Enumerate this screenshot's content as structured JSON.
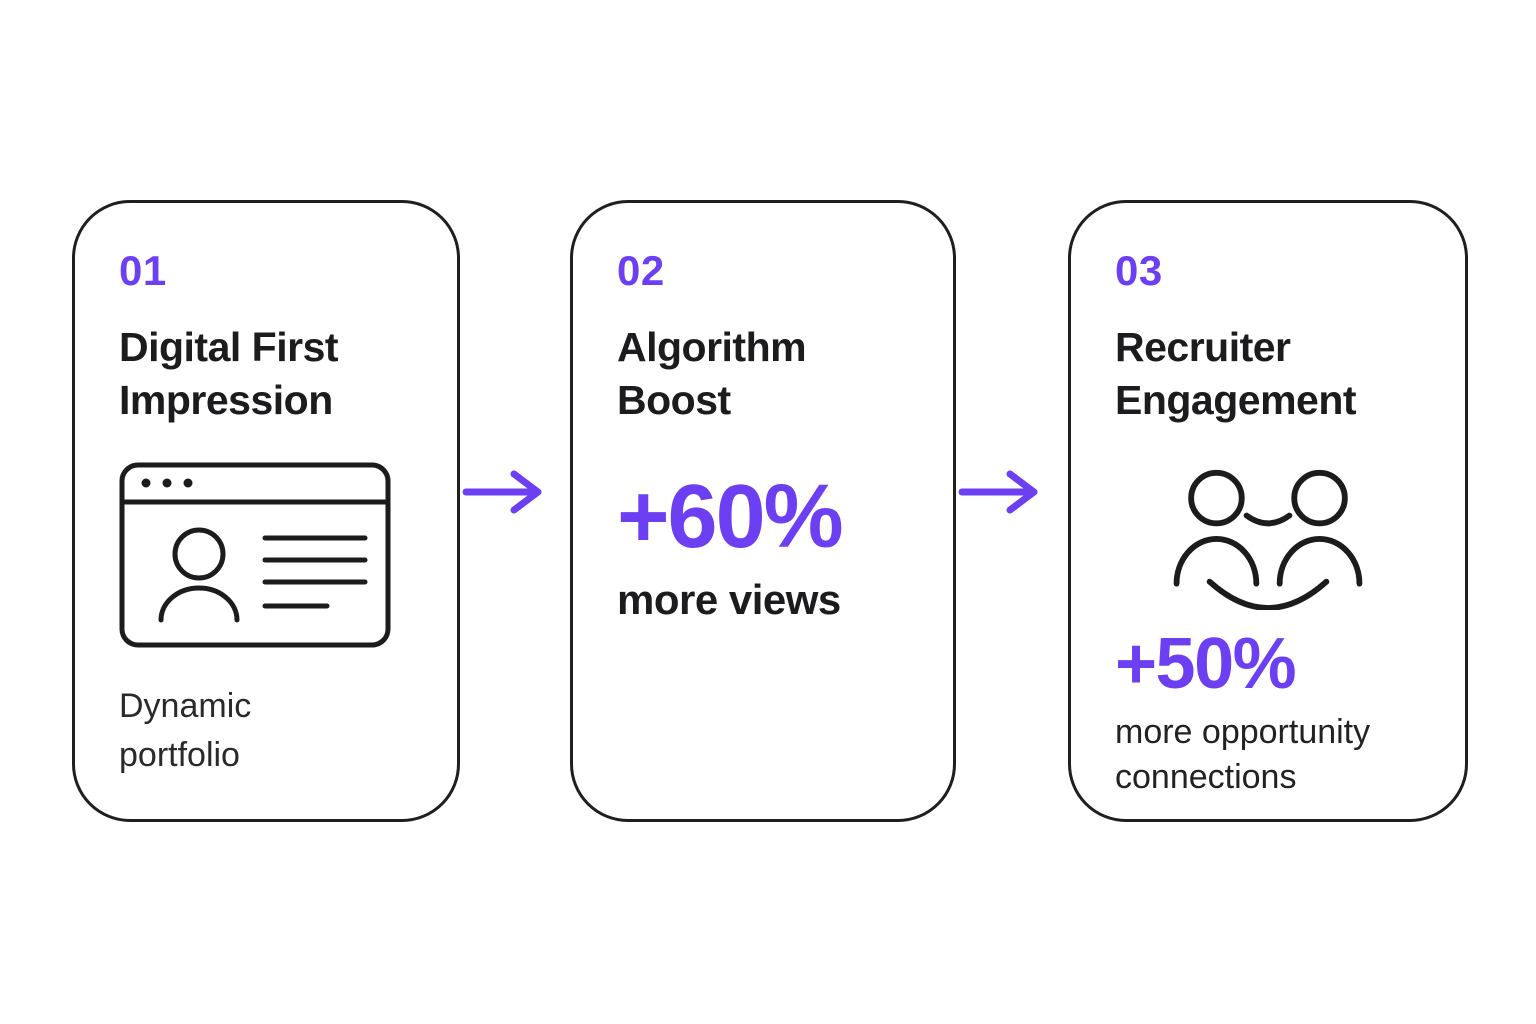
{
  "colors": {
    "accent": "#6C40F2",
    "ink": "#1C1C1E",
    "background": "#FFFFFF"
  },
  "cards": [
    {
      "number": "01",
      "title": "Digital First Impression",
      "icon": "profile-card-icon",
      "caption": "Dynamic portfolio"
    },
    {
      "number": "02",
      "title": "Algorithm Boost",
      "stat": "+60%",
      "stat_caption": "more views"
    },
    {
      "number": "03",
      "title": "Recruiter Engagement",
      "icon": "people-connection-icon",
      "stat": "+50%",
      "stat_caption": "more opportunity connections"
    }
  ],
  "connectors": [
    {
      "icon": "arrow-right-icon"
    },
    {
      "icon": "arrow-right-icon"
    }
  ]
}
